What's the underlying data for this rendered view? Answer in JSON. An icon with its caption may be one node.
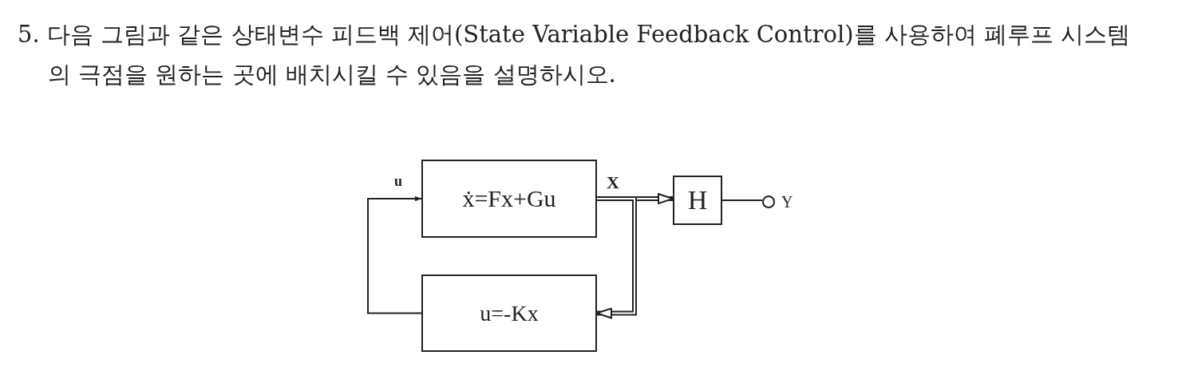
{
  "diagram": {
    "title": "5. 다음 그림과 같은 상태변수 피드백 제어(State Variable Feedback Control)를 사용하여 폐루프 시스템의 극점을 원하는 곳에 배치시킬 수 있음을 설명하시오.",
    "nodes": [
      {
        "text": [
          "ẋ=Fx+Gu"
        ]
      },
      {
        "text": [
          "u=-Kx"
        ]
      },
      {
        "text": [
          "H"
        ]
      },
      {
        "text": [],
        "shape": "circle",
        "beside": [
          "Y"
        ]
      }
    ],
    "edges": [
      {
        "from": 0,
        "to": 2,
        "arrow": "to",
        "label": "X",
        "style": "thick"
      },
      {
        "from": 0,
        "to": 1,
        "arrow": "to",
        "style": "thick"
      },
      {
        "from": 1,
        "to": 0,
        "arrow": "to",
        "label": "u"
      },
      {
        "from": 2,
        "to": 3,
        "arrow": "none"
      }
    ]
  }
}
